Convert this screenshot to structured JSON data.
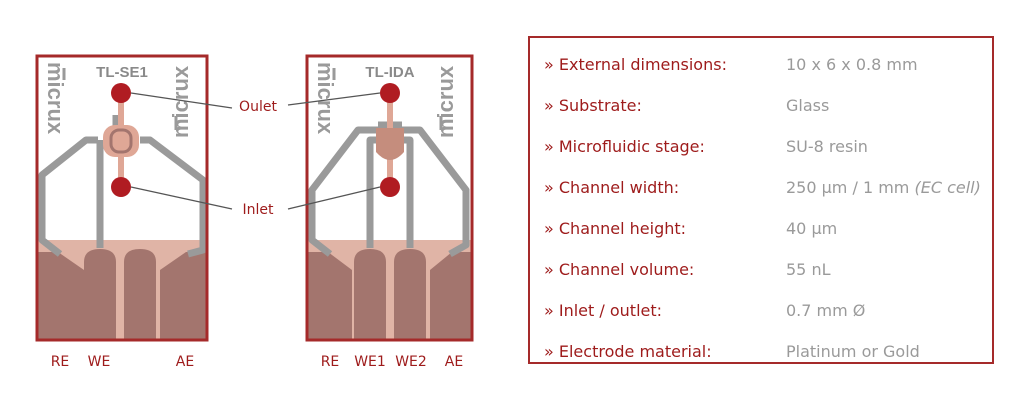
{
  "colors": {
    "accent_red": "#9e1b1b",
    "frame_red": "#a52a2a",
    "channel_gray": "#9a9a9a",
    "pad_brown": "#a3756e",
    "pad_light": "#e0b4a6",
    "value_gray": "#9a9a9a"
  },
  "chips": [
    {
      "title": "TL-SE1",
      "brand": "micrux",
      "electrodes": [
        "RE",
        "WE",
        "AE"
      ]
    },
    {
      "title": "TL-IDA",
      "brand": "micrux",
      "electrodes": [
        "RE",
        "WE1",
        "WE2",
        "AE"
      ]
    }
  ],
  "callouts": {
    "outlet": "Oulet",
    "inlet": "Inlet"
  },
  "specs": [
    {
      "label": "» External dimensions:",
      "value": "10 x 6 x 0.8 mm",
      "note": ""
    },
    {
      "label": "» Substrate:",
      "value": "Glass",
      "note": ""
    },
    {
      "label": "» Microfluidic stage:",
      "value": "SU-8 resin",
      "note": ""
    },
    {
      "label": "» Channel width:",
      "value": "250 µm / 1 mm ",
      "note": "(EC cell)"
    },
    {
      "label": "» Channel height:",
      "value": "40 µm",
      "note": ""
    },
    {
      "label": "» Channel volume:",
      "value": "55 nL",
      "note": ""
    },
    {
      "label": "» Inlet / outlet:",
      "value": "0.7 mm Ø",
      "note": ""
    },
    {
      "label": "» Electrode material:",
      "value": "Platinum or Gold",
      "note": ""
    }
  ]
}
